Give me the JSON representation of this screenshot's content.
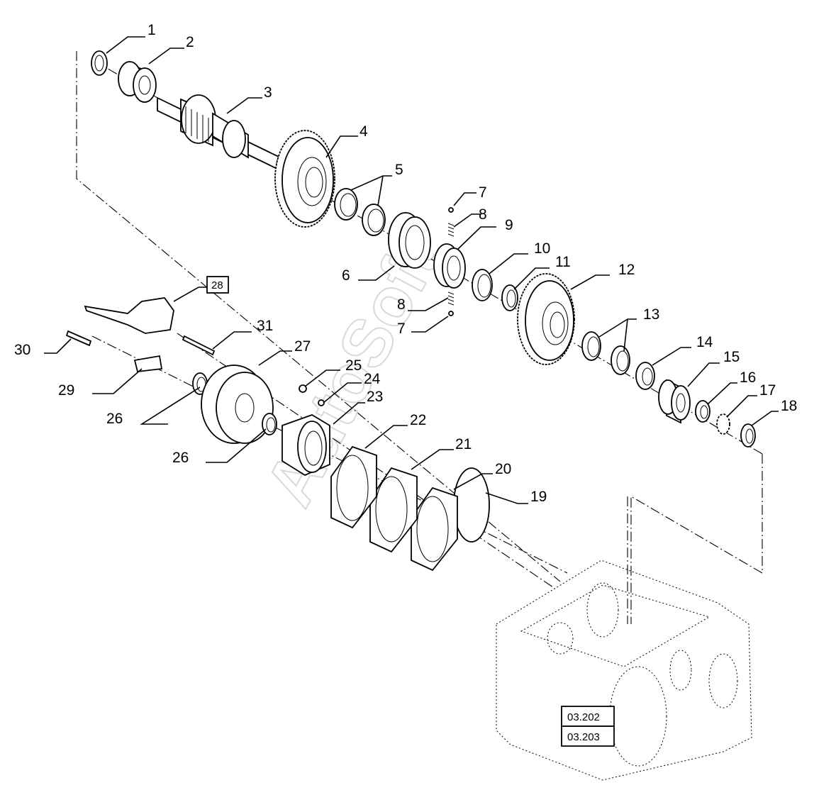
{
  "watermark": "AutoSoft",
  "callouts": [
    {
      "id": "1",
      "text": "1"
    },
    {
      "id": "2",
      "text": "2"
    },
    {
      "id": "3",
      "text": "3"
    },
    {
      "id": "4",
      "text": "4"
    },
    {
      "id": "5",
      "text": "5"
    },
    {
      "id": "6",
      "text": "6"
    },
    {
      "id": "7a",
      "text": "7"
    },
    {
      "id": "7b",
      "text": "7"
    },
    {
      "id": "8a",
      "text": "8"
    },
    {
      "id": "8b",
      "text": "8"
    },
    {
      "id": "9",
      "text": "9"
    },
    {
      "id": "10",
      "text": "10"
    },
    {
      "id": "11",
      "text": "11"
    },
    {
      "id": "12",
      "text": "12"
    },
    {
      "id": "13",
      "text": "13"
    },
    {
      "id": "14",
      "text": "14"
    },
    {
      "id": "15",
      "text": "15"
    },
    {
      "id": "16",
      "text": "16"
    },
    {
      "id": "17",
      "text": "17"
    },
    {
      "id": "18",
      "text": "18"
    },
    {
      "id": "19",
      "text": "19"
    },
    {
      "id": "20",
      "text": "20"
    },
    {
      "id": "21",
      "text": "21"
    },
    {
      "id": "22",
      "text": "22"
    },
    {
      "id": "23",
      "text": "23"
    },
    {
      "id": "24",
      "text": "24"
    },
    {
      "id": "25",
      "text": "25"
    },
    {
      "id": "26a",
      "text": "26"
    },
    {
      "id": "26b",
      "text": "26"
    },
    {
      "id": "27",
      "text": "27"
    },
    {
      "id": "28",
      "text": "28"
    },
    {
      "id": "29",
      "text": "29"
    },
    {
      "id": "30",
      "text": "30"
    },
    {
      "id": "31",
      "text": "31"
    }
  ],
  "references": [
    "03.202",
    "03.203"
  ]
}
